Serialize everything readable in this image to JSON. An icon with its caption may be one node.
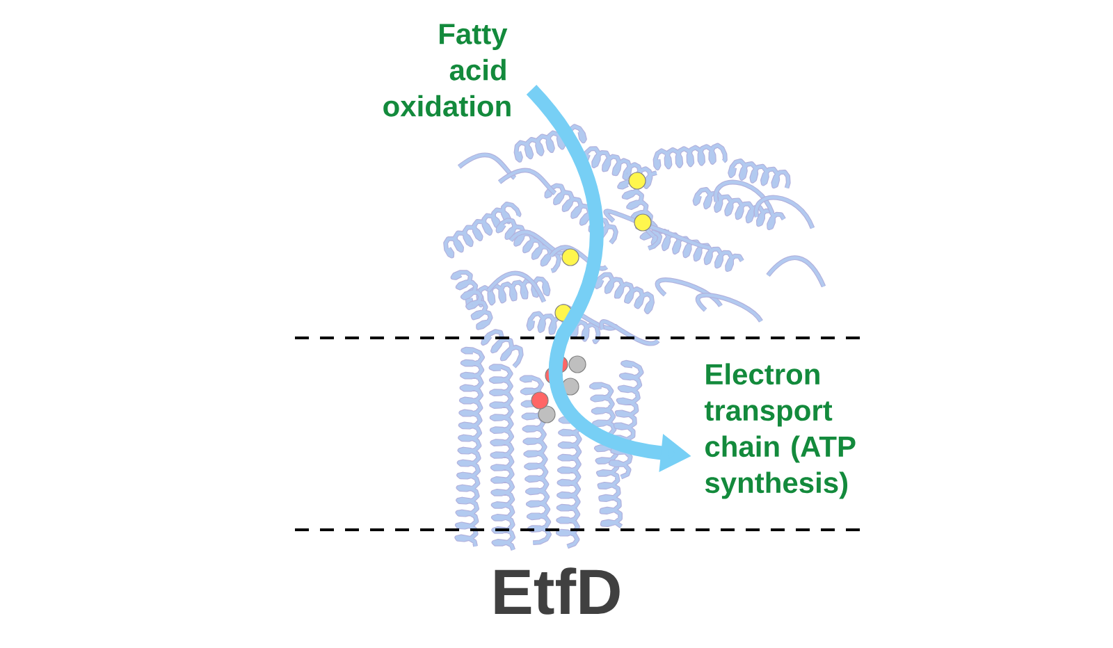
{
  "diagram": {
    "nodes": [
      {
        "text": [
          "Fatty acid oxidation"
        ]
      },
      {
        "text": [
          "Electron transport chain (ATP synthesis)"
        ]
      }
    ],
    "edges": [
      {
        "from": 0,
        "to": 1,
        "arrow": "to",
        "color": "#77cff5"
      }
    ],
    "labels": [
      "EtfD"
    ]
  }
}
